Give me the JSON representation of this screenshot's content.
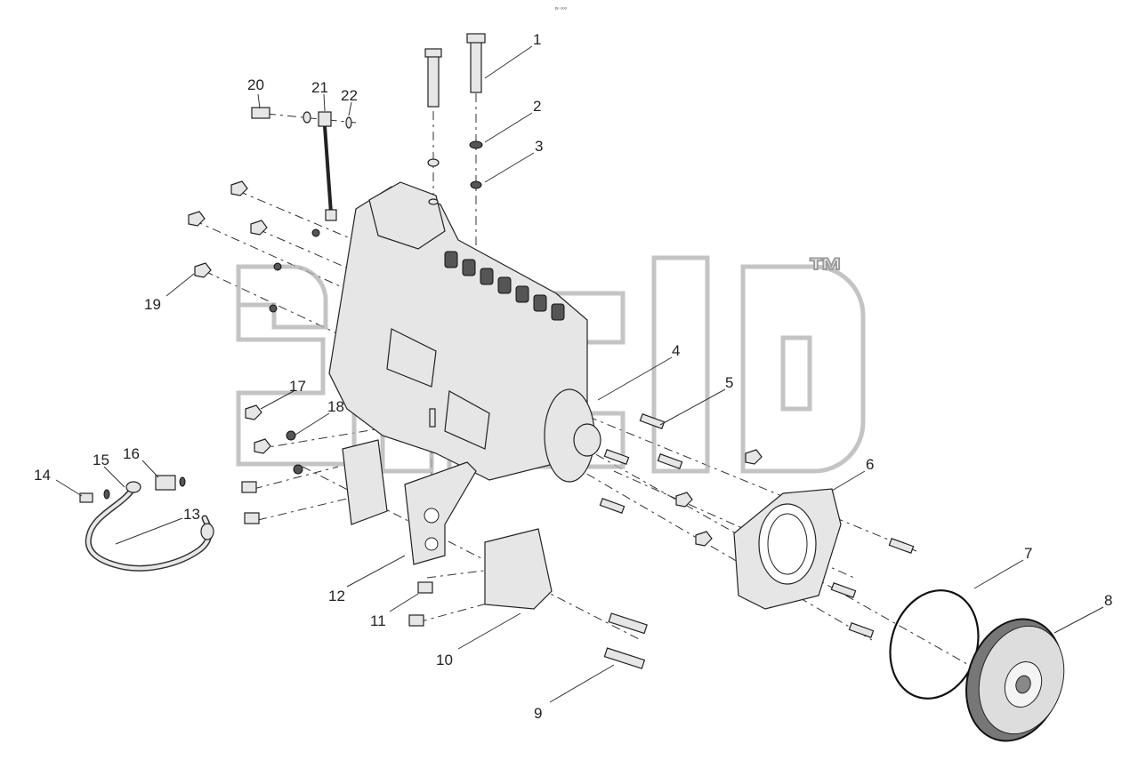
{
  "header_note": "ᵖⁿ ᵒᵒᵒ",
  "watermark_mark": "™",
  "callouts": [
    "1",
    "2",
    "3",
    "4",
    "5",
    "6",
    "7",
    "8",
    "9",
    "10",
    "11",
    "12",
    "13",
    "14",
    "15",
    "16",
    "17",
    "18",
    "19",
    "20",
    "21",
    "22"
  ]
}
